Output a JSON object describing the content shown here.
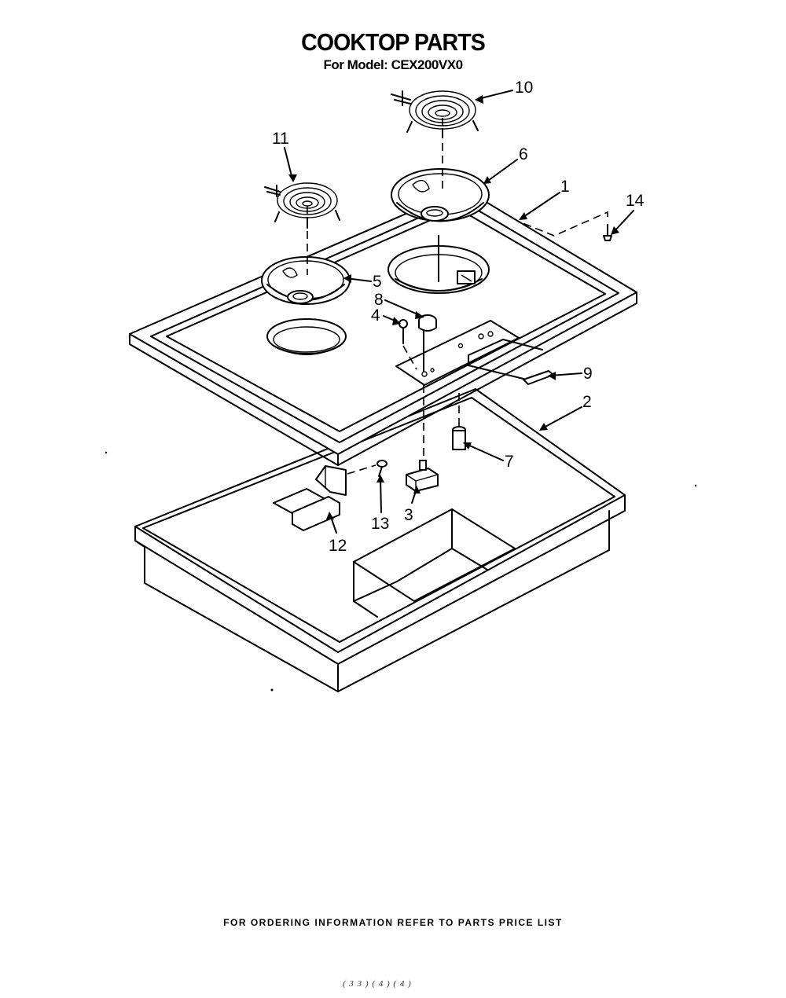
{
  "title": "COOKTOP PARTS",
  "subtitle": "For Model: CEX200VX0",
  "footer": "FOR ORDERING INFORMATION REFER TO PARTS PRICE LIST",
  "doc_code": "( 3 3 ) ( 4 ) ( 4 )",
  "callouts": {
    "p1": "1",
    "p2": "2",
    "p3": "3",
    "p4": "4",
    "p5": "5",
    "p6": "6",
    "p7": "7",
    "p8": "8",
    "p9": "9",
    "p10": "10",
    "p11": "11",
    "p12": "12",
    "p13": "13",
    "p14": "14"
  }
}
